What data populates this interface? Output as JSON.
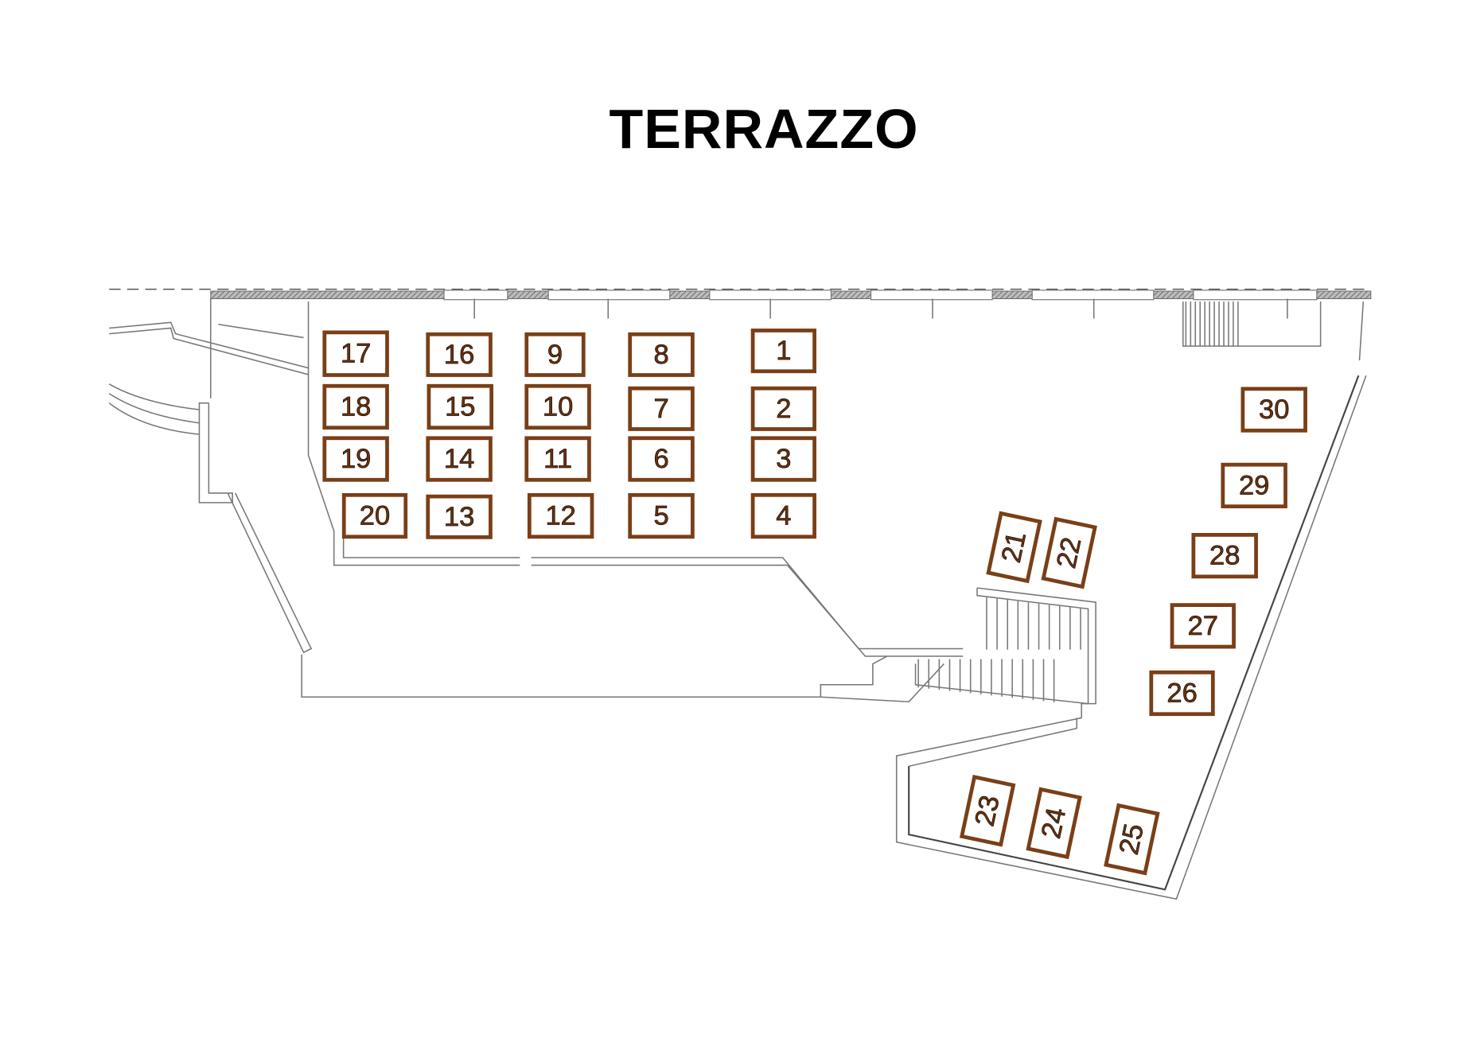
{
  "title": "TERRAZZO",
  "colors": {
    "table_border": "#7a3f17",
    "table_text": "#6b3210",
    "walls": "#777777"
  },
  "tables": [
    {
      "label": "1"
    },
    {
      "label": "2"
    },
    {
      "label": "3"
    },
    {
      "label": "4"
    },
    {
      "label": "5"
    },
    {
      "label": "6"
    },
    {
      "label": "7"
    },
    {
      "label": "8"
    },
    {
      "label": "9"
    },
    {
      "label": "10"
    },
    {
      "label": "11"
    },
    {
      "label": "12"
    },
    {
      "label": "13"
    },
    {
      "label": "14"
    },
    {
      "label": "15"
    },
    {
      "label": "16"
    },
    {
      "label": "17"
    },
    {
      "label": "18"
    },
    {
      "label": "19"
    },
    {
      "label": "20"
    },
    {
      "label": "21"
    },
    {
      "label": "22"
    },
    {
      "label": "23"
    },
    {
      "label": "24"
    },
    {
      "label": "25"
    },
    {
      "label": "26"
    },
    {
      "label": "27"
    },
    {
      "label": "28"
    },
    {
      "label": "29"
    },
    {
      "label": "30"
    }
  ]
}
